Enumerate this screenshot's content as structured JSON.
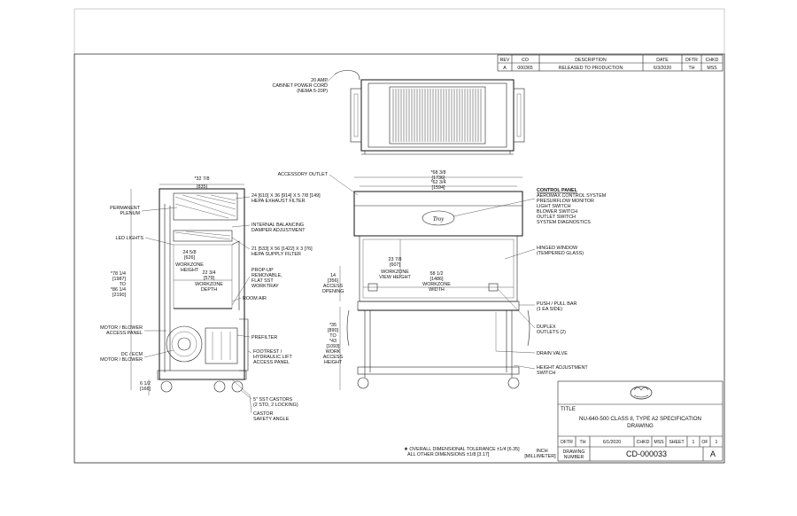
{
  "revision_table": {
    "headers": [
      "REV",
      "CO",
      "DESCRIPTION",
      "DATE",
      "DFTR",
      "CHKD"
    ],
    "row": [
      "A",
      "000365",
      "RELEASED TO PRODUCTION",
      "6/3/2020",
      "TH",
      "MSS"
    ]
  },
  "side_view_labels": {
    "permanent_plenum": [
      "PERMANENT",
      "PLENUM"
    ],
    "led_lights": "LED LIGHTS",
    "motor_blower_access": [
      "MOTOR / BLOWER",
      "ACCESS PANEL"
    ],
    "dc_ecm_motor": [
      "DC / ECM",
      "MOTOR / BLOWER"
    ],
    "hepa_exhaust": [
      "24 [610] X 36 [914] X 5 7/8 [149]",
      "HEPA EXHAUST FILTER"
    ],
    "damper": [
      "INTERNAL BALANCING",
      "DAMPER ADJUSTMENT"
    ],
    "hepa_supply": [
      "21 [533] X 56 [1422] X 3 [76]",
      "HEPA SUPPLY FILTER"
    ],
    "worktray": [
      "PROP-UP",
      "REMOVABLE,",
      "FLAT SST",
      "WORKTRAY"
    ],
    "room_air": "ROOM AIR",
    "prefilter": "PREFILTER",
    "footrest": [
      "FOOTREST /",
      "HYDRAULIC LIFT",
      "ACCESS PANEL"
    ],
    "castors": [
      "5\" SST CASTORS",
      "(2 STD, 2 LOCKING)"
    ],
    "castor_angle": [
      "CASTOR",
      "SAFETY ANGLE"
    ]
  },
  "side_view_dims": {
    "top_width": [
      "*32 7/8",
      "[835]"
    ],
    "height_total": [
      "*78 1/4",
      "[1987]",
      "TO",
      "*86 1/4",
      "[2190]"
    ],
    "workzone_height_val": [
      "24 5/8",
      "[626]"
    ],
    "workzone_height_lbl": [
      "WORKZONE",
      "HEIGHT"
    ],
    "workzone_depth_val": [
      "22 3/4",
      "[579]"
    ],
    "workzone_depth_lbl": [
      "WORKZONE",
      "DEPTH"
    ],
    "base_height": [
      "6 1/2",
      "[166]"
    ]
  },
  "top_view_labels": {
    "power_cord": [
      "20 AMP",
      "CABINET POWER CORD",
      "(NEMA 5-20P)"
    ]
  },
  "front_view_labels": {
    "accessory_outlet": "ACCESSORY OUTLET",
    "control_panel_title": "CONTROL PANEL",
    "control_panel_items": [
      "AEROMAX CONTROL SYSTEM",
      "PRESURFLOW MONITOR",
      "LIGHT SWITCH",
      "BLOWER SWITCH",
      "OUTLET SWITCH",
      "SYSTEM DIAGNOSTICS"
    ],
    "logo_text": "Troy",
    "hinged_window": [
      "HINGED WINDOW",
      "(TEMPERED GLASS)"
    ],
    "push_pull_bar": [
      "PUSH / PULL BAR",
      "(1 EA SIDE)"
    ],
    "duplex": [
      "DUPLEX",
      "OUTLETS (2)"
    ],
    "drain_valve": "DRAIN VALVE",
    "height_adjust": [
      "HEIGHT ADJUSTMENT",
      "SWITCH"
    ]
  },
  "front_view_dims": {
    "overall_width": [
      "*68 3/8",
      "[1736]"
    ],
    "inner_width": [
      "*62 3/4",
      "[1594]"
    ],
    "view_height_val": [
      "23 7/8",
      "[607]"
    ],
    "view_height_lbl": [
      "WORKZONE",
      "VIEW HEIGHT"
    ],
    "workzone_width_val": [
      "58 1/2",
      "[1486]"
    ],
    "workzone_width_lbl": [
      "WORKZONE",
      "WIDTH"
    ],
    "access_opening": [
      "14",
      "[356]",
      "ACCESS",
      "OPENING"
    ],
    "work_access_height": [
      "*35",
      "[890]",
      "TO",
      "*43",
      "[1093]",
      "WORK",
      "ACCESS",
      "HEIGHT"
    ]
  },
  "notes": {
    "tolerance": [
      "★ OVERALL DIMENSIONAL TOLERANCE ±1/4 [6.35]",
      "ALL OTHER DIMENSIONS ±1/8 [3.17]"
    ],
    "units": [
      "INCH",
      "[MILLIMETER]"
    ]
  },
  "title_block": {
    "title_label": "TITLE",
    "title_text": [
      "NU-640-500 CLASS II, TYPE A2 SPECIFICATION",
      "DRAWING"
    ],
    "dftr_label": "DFTR",
    "dftr": "TH",
    "date": "6/1/2020",
    "chkd_label": "CHKD",
    "chkd": "MSS",
    "sheet_label": "SHEET",
    "sheet": "1",
    "of_label": "OF",
    "of": "1",
    "drawing_number_label": [
      "DRAWING",
      "NUMBER"
    ],
    "drawing_number": "CD-000033",
    "rev": "A"
  }
}
